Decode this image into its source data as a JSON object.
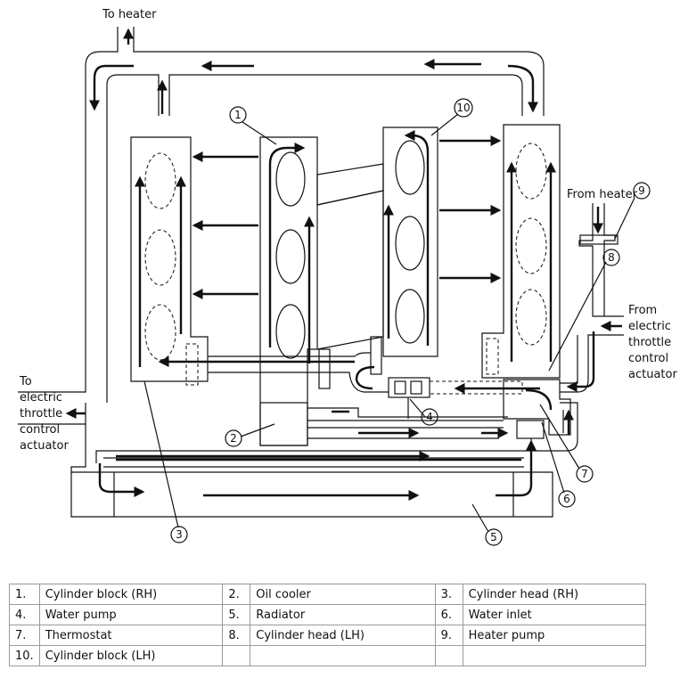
{
  "labels": {
    "to_heater": "To heater",
    "to_throttle": [
      "To",
      "electric",
      "throttle",
      "control",
      "actuator"
    ],
    "from_heater": "From heater",
    "from_throttle": [
      "From",
      "electric",
      "throttle",
      "control",
      "actuator"
    ]
  },
  "callouts": [
    "1",
    "2",
    "3",
    "4",
    "5",
    "6",
    "7",
    "8",
    "9",
    "10"
  ],
  "legend": [
    [
      {
        "n": "1.",
        "t": "Cylinder block (RH)"
      },
      {
        "n": "2.",
        "t": "Oil cooler"
      },
      {
        "n": "3.",
        "t": "Cylinder head (RH)"
      }
    ],
    [
      {
        "n": "4.",
        "t": "Water pump"
      },
      {
        "n": "5.",
        "t": "Radiator"
      },
      {
        "n": "6.",
        "t": "Water inlet"
      }
    ],
    [
      {
        "n": "7.",
        "t": "Thermostat"
      },
      {
        "n": "8.",
        "t": "Cylinder head (LH)"
      },
      {
        "n": "9.",
        "t": "Heater pump"
      }
    ],
    [
      {
        "n": "10.",
        "t": "Cylinder block (LH)"
      },
      {
        "n": "",
        "t": ""
      },
      {
        "n": "",
        "t": ""
      }
    ]
  ]
}
